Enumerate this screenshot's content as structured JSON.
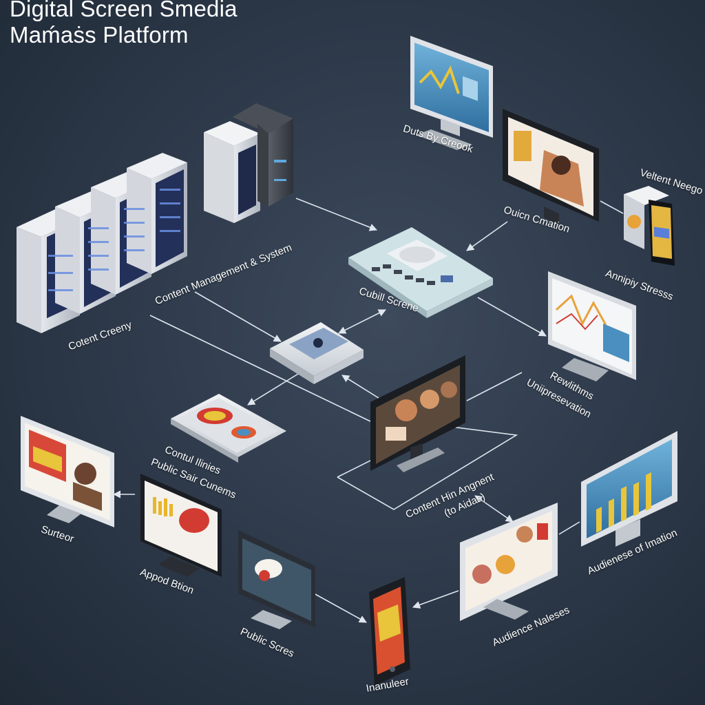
{
  "title": {
    "line1": "Digital Screen Smedia",
    "line2": "Maḿaṡs Platform"
  },
  "labels": {
    "data_by_creook": "Duts By Creook",
    "voltent_neego": "Veltent Neego",
    "content_management_system": "Content Management & System",
    "ouicn_cmation": "Ouicn Cmation",
    "content_creeny": "Cotent Creeny",
    "cubill_screne": "Cubill Screne",
    "annipiy_stresss": "Annipiy Stresss",
    "rewlithms_line1": "Rewlithms",
    "rewlithms_line2": "Uniipresevation",
    "contul_ilinies_line1": "Contul Ilinies",
    "contul_ilinies_line2": "Public Sair Cunems",
    "content_alignment_line1": "Content Hin Angnent",
    "content_alignment_line2": "(to Aidas)",
    "surteor": "Surteor",
    "appod_btion": "Appod Btion",
    "audienese_of_imation": "Audienese of Imation",
    "audience_naleses": "Audience Naleses",
    "public_scres": "Public Scres",
    "inanuleer": "Inanuleer"
  },
  "colors": {
    "background": "#2c3848",
    "line": "#dfe6ee",
    "server_body": "#c9ced6",
    "server_rack_light": "#5a78c8",
    "screen_blue": "#4a8fbf",
    "accent_yellow": "#e8c53a",
    "accent_red": "#d23b32"
  }
}
